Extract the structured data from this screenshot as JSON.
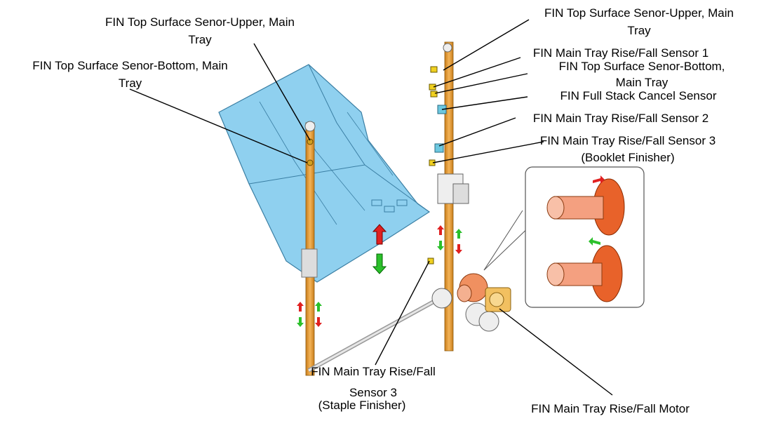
{
  "labels": {
    "left_upper": {
      "line1": "FIN Top Surface Senor-Upper, Main",
      "line2": "Tray"
    },
    "left_bottom": {
      "line1": "FIN Top Surface Senor-Bottom, Main",
      "line2": "Tray"
    },
    "right_upper": {
      "line1": "FIN Top Surface Senor-Upper, Main",
      "line2": "Tray"
    },
    "rise_fall_1": {
      "line1": "FIN Main Tray Rise/Fall Sensor 1"
    },
    "right_bottom": {
      "line1": "FIN Top Surface Senor-Bottom,",
      "line2": "Main Tray"
    },
    "full_stack": {
      "line1": "FIN Full Stack Cancel Sensor"
    },
    "rise_fall_2": {
      "line1": "FIN Main Tray Rise/Fall Sensor 2"
    },
    "rise_fall_3_booklet": {
      "line1": "FIN Main Tray Rise/Fall Sensor 3",
      "line2": "(Booklet Finisher)"
    },
    "rise_fall_3_staple": {
      "line1": "FIN Main Tray Rise/Fall",
      "line2": "Sensor 3",
      "line3": "(Staple Finisher)"
    },
    "motor": {
      "line1": "FIN Main Tray Rise/Fall Motor"
    }
  },
  "colors": {
    "tray": "#8fd0ef",
    "rail": "#e8a23c",
    "gear": "#f08a5d",
    "arrow_up": "#e02020",
    "arrow_down": "#2bc02b"
  },
  "icons": [
    "tray",
    "guide-rail",
    "sensor",
    "gear",
    "motor",
    "arrow-up",
    "arrow-down"
  ]
}
